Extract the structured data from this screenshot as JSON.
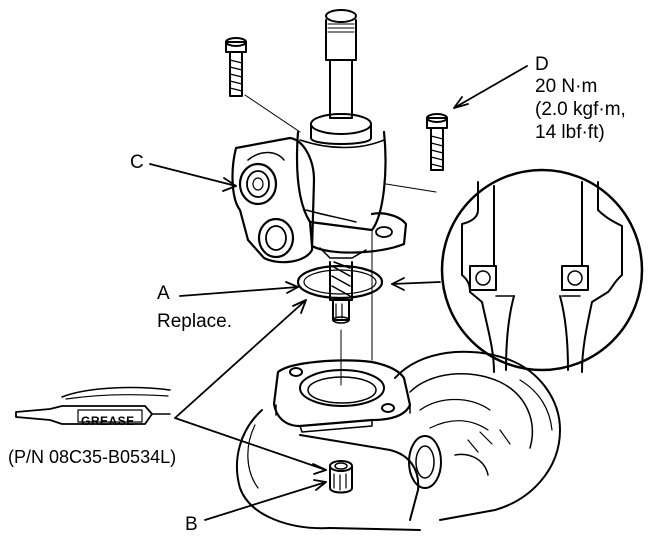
{
  "callouts": {
    "a": {
      "letter": "A",
      "note": "Replace."
    },
    "b": {
      "letter": "B"
    },
    "c": {
      "letter": "C"
    },
    "d": {
      "letter": "D",
      "torque_nm": "20 N·m",
      "torque_kgf": "(2.0 kgf·m,",
      "torque_lbf": "14 lbf·ft)"
    }
  },
  "grease": {
    "tube_label": "GREASE",
    "part_number": "(P/N 08C35-B0534L)"
  },
  "colors": {
    "ink": "#000000",
    "paper": "#ffffff"
  }
}
